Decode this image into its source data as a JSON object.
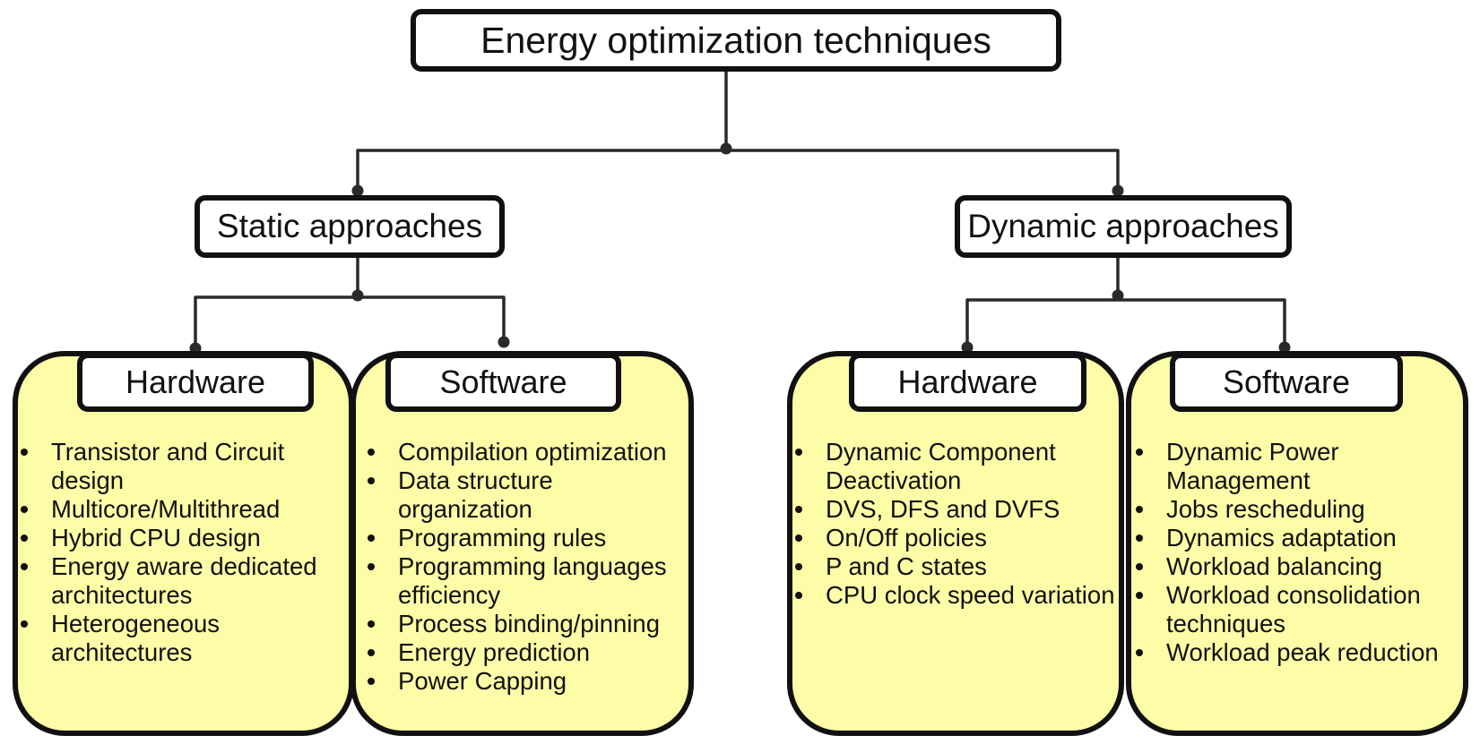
{
  "diagram": {
    "title": "Energy optimization techniques",
    "branches": [
      {
        "title": "Static approaches",
        "groups": [
          {
            "title": "Hardware",
            "items": [
              "Transistor and Circuit design",
              "Multicore/Multithread",
              "Hybrid CPU design",
              "Energy aware dedicated architectures",
              "Heterogeneous architectures"
            ]
          },
          {
            "title": "Software",
            "items": [
              "Compilation optimization",
              "Data structure organization",
              "Programming rules",
              "Programming languages efficiency",
              "Process binding/pinning",
              "Energy prediction",
              "Power Capping"
            ]
          }
        ]
      },
      {
        "title": "Dynamic approaches",
        "groups": [
          {
            "title": "Hardware",
            "items": [
              "Dynamic Component Deactivation",
              "DVS, DFS and DVFS",
              "On/Off policies",
              "P and C states",
              "CPU clock speed variation"
            ]
          },
          {
            "title": "Software",
            "items": [
              "Dynamic Power Management",
              "Jobs rescheduling",
              "Dynamics adaptation",
              "Workload balancing",
              "Workload consolidation techniques",
              "Workload peak reduction"
            ]
          }
        ]
      }
    ]
  }
}
